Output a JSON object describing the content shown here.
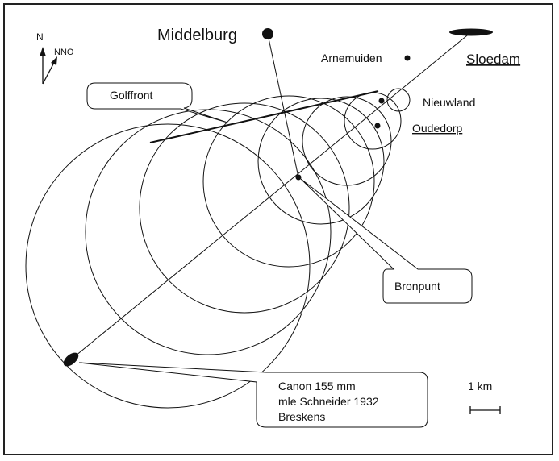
{
  "places": {
    "middelburg": "Middelburg",
    "arnemuiden": "Arnemuiden",
    "sloedam": "Sloedam",
    "nieuwland": "Nieuwland",
    "oudedorp": "Oudedorp"
  },
  "compass": {
    "north": "N",
    "nno": "NNO"
  },
  "callouts": {
    "golffront": "Golffront",
    "bronpunt": "Bronpunt",
    "canon_line1": "Canon 155 mm",
    "canon_line2": "mle Schneider 1932",
    "canon_line3": "Breskens"
  },
  "scale": {
    "label": "1 km"
  }
}
